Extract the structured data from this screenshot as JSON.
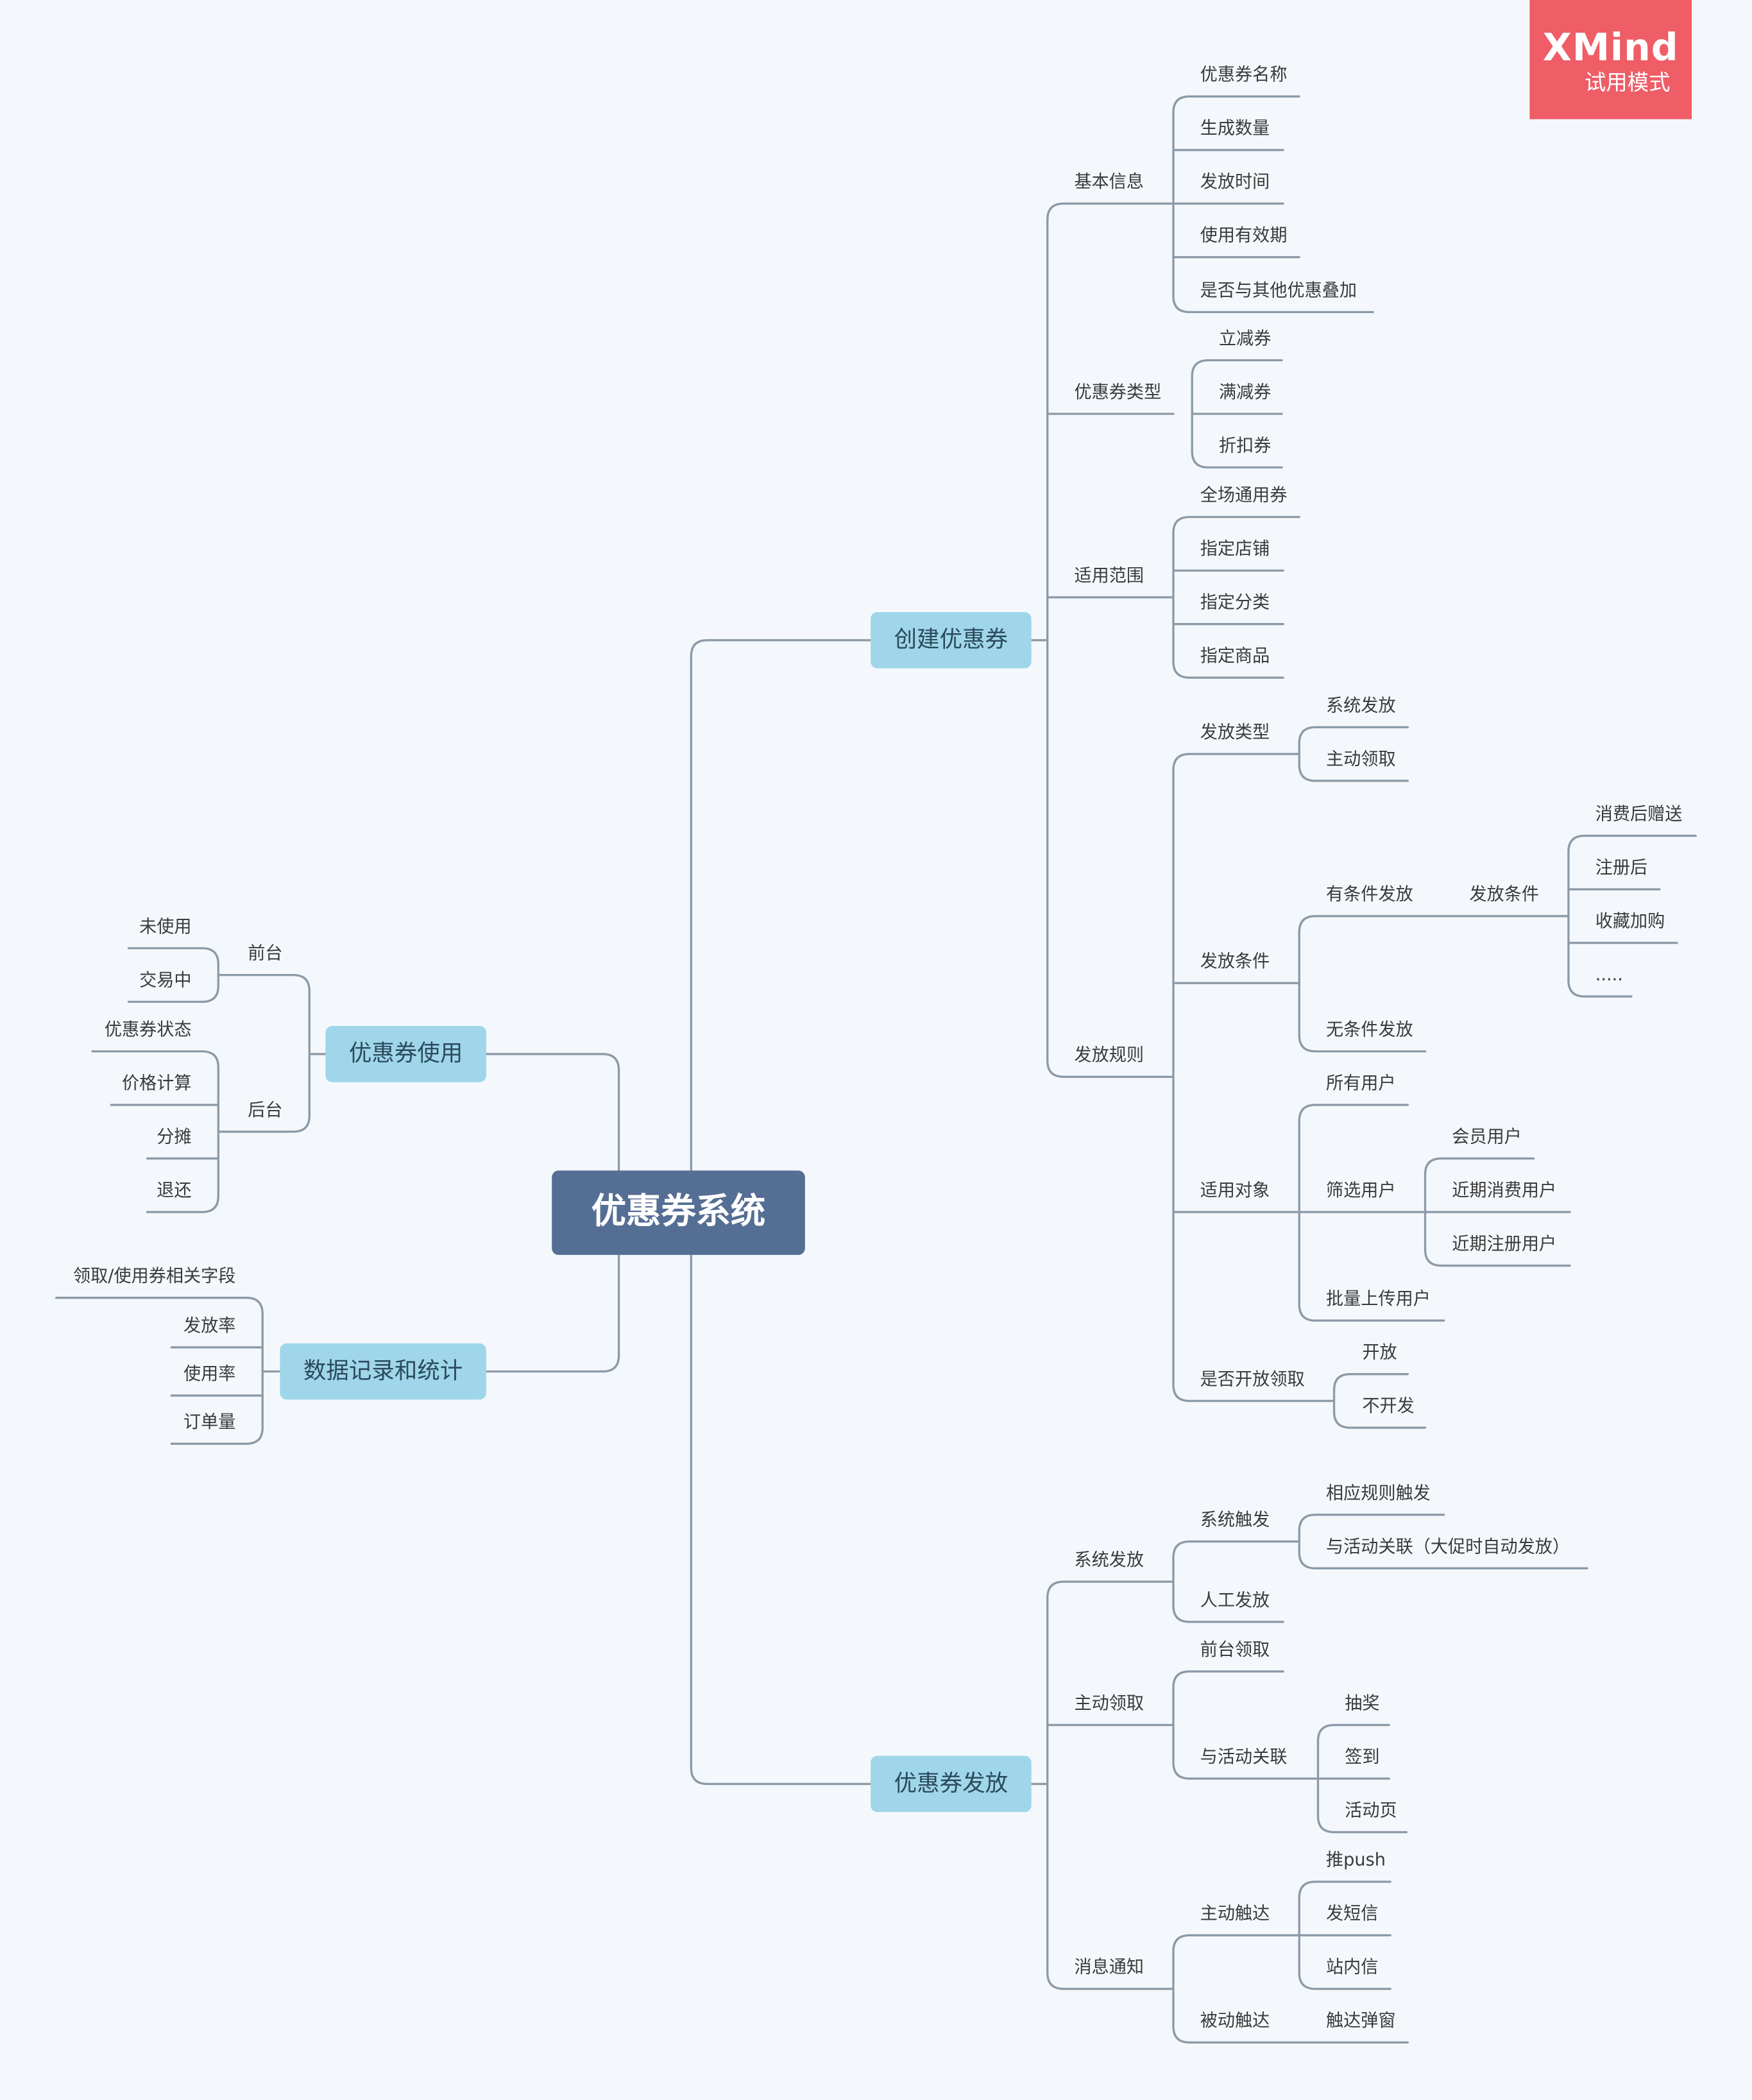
{
  "watermark": {
    "brand": "XMind",
    "mode": "试用模式"
  },
  "root": "优惠券系统",
  "create": {
    "title": "创建优惠券",
    "basic": {
      "title": "基本信息",
      "items": [
        "优惠券名称",
        "生成数量",
        "发放时间",
        "使用有效期",
        "是否与其他优惠叠加"
      ]
    },
    "types": {
      "title": "优惠券类型",
      "items": [
        "立减券",
        "满减券",
        "折扣券"
      ]
    },
    "scope": {
      "title": "适用范围",
      "items": [
        "全场通用券",
        "指定店铺",
        "指定分类",
        "指定商品"
      ]
    },
    "rules": {
      "title": "发放规则",
      "dist_type": {
        "title": "发放类型",
        "items": [
          "系统发放",
          "主动领取"
        ]
      },
      "condition": {
        "title": "发放条件",
        "conditional": {
          "title": "有条件发放",
          "sub_title": "发放条件",
          "items": [
            "消费后赠送",
            "注册后",
            "收藏加购",
            "....."
          ]
        },
        "unconditional": "无条件发放"
      },
      "target": {
        "title": "适用对象",
        "all_users": "所有用户",
        "filter": {
          "title": "筛选用户",
          "items": [
            "会员用户",
            "近期消费用户",
            "近期注册用户"
          ]
        },
        "batch": "批量上传用户"
      },
      "open": {
        "title": "是否开放领取",
        "items": [
          "开放",
          "不开发"
        ]
      }
    }
  },
  "usage": {
    "title": "优惠券使用",
    "front": {
      "title": "前台",
      "items": [
        "未使用",
        "交易中"
      ]
    },
    "back": {
      "title": "后台",
      "items": [
        "优惠券状态",
        "价格计算",
        "分摊",
        "退还"
      ]
    }
  },
  "stats": {
    "title": "数据记录和统计",
    "items": [
      "领取/使用券相关字段",
      "发放率",
      "使用率",
      "订单量"
    ]
  },
  "distribute": {
    "title": "优惠券发放",
    "system": {
      "title": "系统发放",
      "trigger": {
        "title": "系统触发",
        "items": [
          "相应规则触发",
          "与活动关联（大促时自动发放）"
        ]
      },
      "manual": "人工发放"
    },
    "claim": {
      "title": "主动领取",
      "front": "前台领取",
      "activity": {
        "title": "与活动关联",
        "items": [
          "抽奖",
          "签到",
          "活动页"
        ]
      }
    },
    "notify": {
      "title": "消息通知",
      "active": {
        "title": "主动触达",
        "items": [
          "推push",
          "发短信",
          "站内信"
        ]
      },
      "passive": {
        "title": "被动触达",
        "items": [
          "触达弹窗"
        ]
      }
    }
  }
}
